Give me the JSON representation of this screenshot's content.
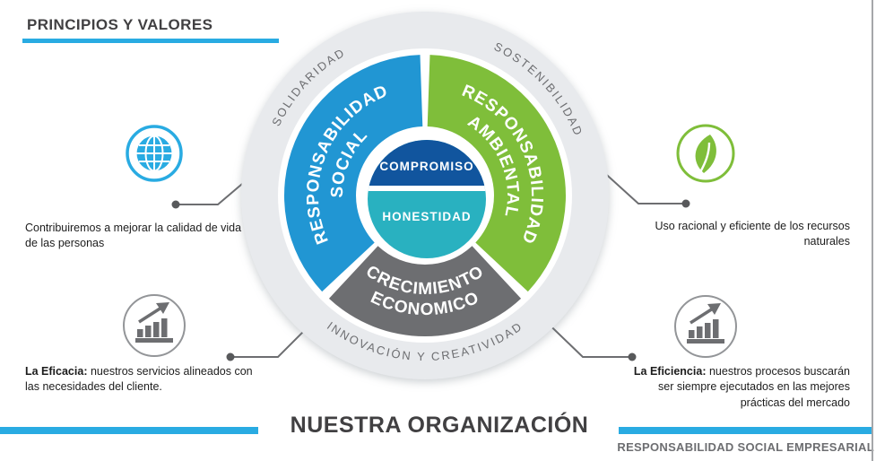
{
  "page": {
    "title": "PRINCIPIOS Y VALORES",
    "footer_title": "NUESTRA ORGANIZACIÓN",
    "footer_tagline": "RESPONSABILIDAD SOCIAL EMPRESARIAL"
  },
  "wheel": {
    "ring": {
      "top_left": "SOLIDARIDAD",
      "top_right": "SOSTENIBILIDAD",
      "bottom": "INNOVACIÓN Y CREATIVIDAD"
    },
    "segments": {
      "social": {
        "line1": "RESPONSABILIDAD",
        "line2": "SOCIAL",
        "color": "#2196d3"
      },
      "ambiental": {
        "line1": "RESPONSABILIDAD",
        "line2": "AMBIENTAL",
        "color": "#7fbe3a"
      },
      "economico": {
        "line1": "CRECIMIENTO",
        "line2": "ECONOMICO",
        "color": "#6d6e71"
      }
    },
    "center": {
      "top": "COMPROMISO",
      "top_color": "#11559e",
      "bottom": "HONESTIDAD",
      "bottom_color": "#29b1c0"
    },
    "ring_color": "#e8eaed"
  },
  "callouts": {
    "top_left": {
      "icon": "globe-icon",
      "text": "Contribuiremos a mejorar la calidad de vida de las personas"
    },
    "top_right": {
      "icon": "leaf-icon",
      "text": "Uso racional y eficiente de los recursos naturales"
    },
    "bottom_left": {
      "icon": "growth-chart-icon",
      "lead": "La Eficacia:",
      "text": " nuestros servicios alineados con las necesidades del cliente."
    },
    "bottom_right": {
      "icon": "growth-chart-icon",
      "lead": "La Eficiencia:",
      "text": " nuestros procesos buscarán ser siempre ejecutados en las mejores prácticas del mercado"
    }
  },
  "colors": {
    "accent_blue": "#29abe2",
    "connector_gray": "#6d6e71",
    "heading_gray": "#414042"
  }
}
